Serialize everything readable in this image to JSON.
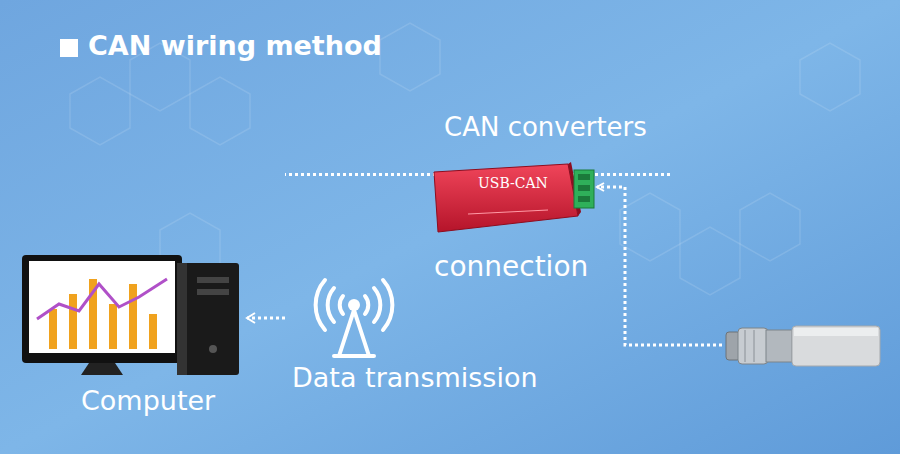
{
  "diagram": {
    "title": "CAN wiring method",
    "nodes": [
      {
        "text": [
          "CAN converters",
          "USB-CAN"
        ]
      },
      {
        "text": [
          "Data transmission"
        ]
      },
      {
        "text": [
          "Computer"
        ]
      }
    ],
    "edges": [
      {
        "from": 0,
        "to": 1,
        "arrow": "none"
      },
      {
        "from": 1,
        "to": 2,
        "arrow": "to"
      }
    ],
    "labels": [
      "connection"
    ]
  }
}
